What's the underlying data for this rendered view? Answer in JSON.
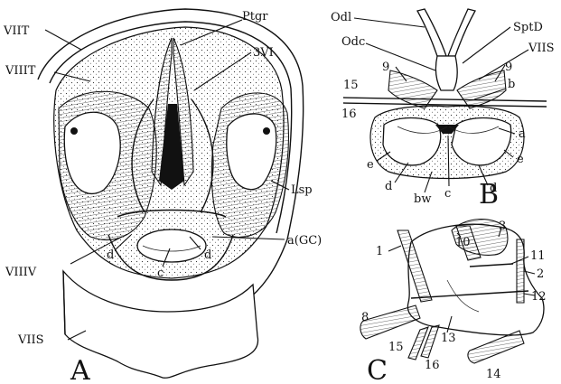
{
  "figure": {
    "panels": [
      {
        "id": "A",
        "letter": "A"
      },
      {
        "id": "B",
        "letter": "B"
      },
      {
        "id": "C",
        "letter": "C"
      }
    ],
    "panel_a_labels": {
      "viit": "VIIT",
      "viiit": "VIIIT",
      "ptgr": "Ptgr",
      "svi": "3VI",
      "lsp": "Lsp",
      "agc": "a(GC)",
      "viiiv": "VIIIV",
      "d_left": "d",
      "c": "c",
      "d_right": "d",
      "viis": "VIIS"
    },
    "panel_b_labels": {
      "odl": "Odl",
      "odc": "Odc",
      "sptd": "SptD",
      "viis": "VIIS",
      "n9_left": "9",
      "n9_right": "9",
      "n15": "15",
      "n16": "16",
      "b": "b",
      "a": "a",
      "e_left": "e",
      "e_right": "e",
      "d_left": "d",
      "d_right": "d",
      "bw": "bw",
      "c": "c"
    },
    "panel_c_labels": {
      "n1": "1",
      "n10": "10",
      "n3": "3",
      "n11": "11",
      "n2": "2",
      "n8": "8",
      "n12": "12",
      "n13": "13",
      "n15": "15",
      "n16": "16",
      "n14": "14"
    }
  }
}
